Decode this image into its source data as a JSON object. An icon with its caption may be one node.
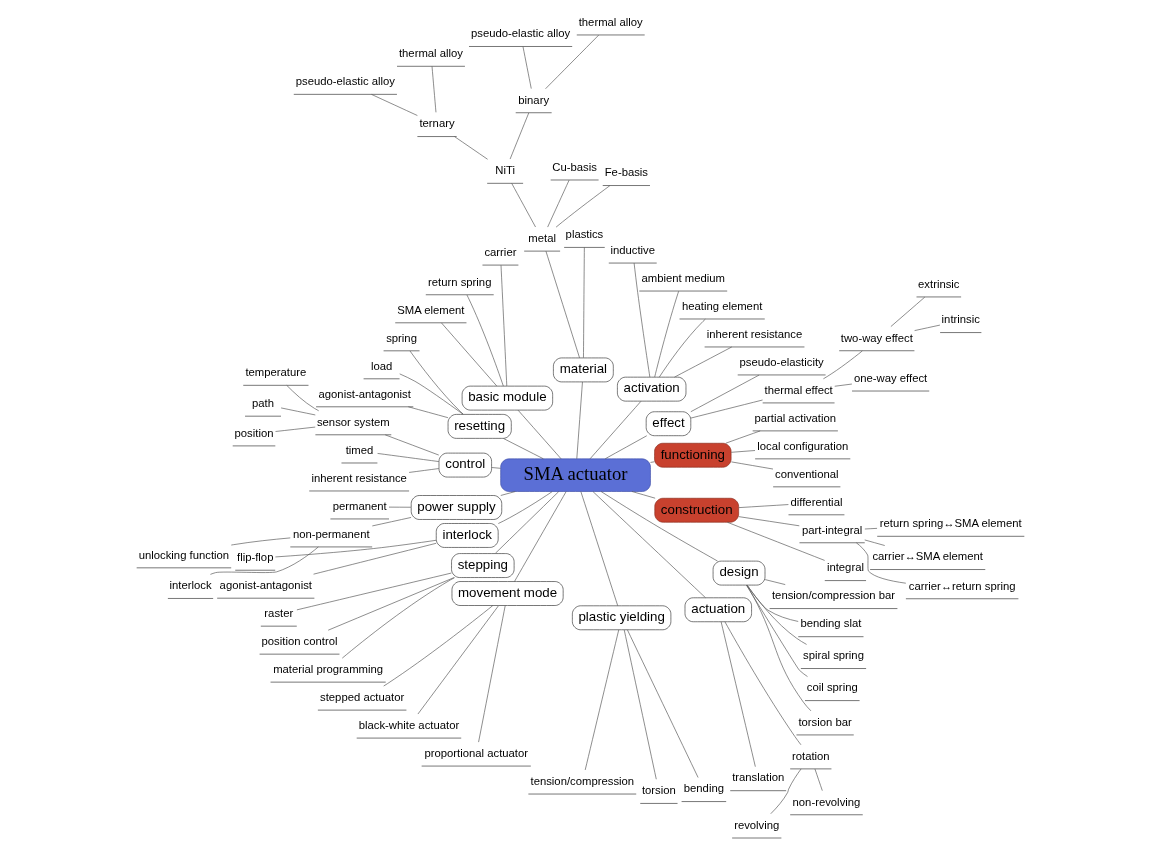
{
  "diagram": {
    "nodes": [
      {
        "text": [
          "SMA actuator"
        ]
      },
      {
        "text": [
          "functioning"
        ]
      },
      {
        "text": [
          "conventional"
        ]
      },
      {
        "text": [
          "local configuration"
        ]
      },
      {
        "text": [
          "partial activation"
        ]
      },
      {
        "text": [
          "effect"
        ]
      },
      {
        "text": [
          "thermal effect"
        ]
      },
      {
        "text": [
          "one-way effect"
        ]
      },
      {
        "text": [
          "two-way effect"
        ]
      },
      {
        "text": [
          "intrinsic"
        ]
      },
      {
        "text": [
          "extrinsic"
        ]
      },
      {
        "text": [
          "pseudo-elasticity"
        ]
      },
      {
        "text": [
          "activation"
        ]
      },
      {
        "text": [
          "inherent resistance"
        ]
      },
      {
        "text": [
          "heating element"
        ]
      },
      {
        "text": [
          "ambient medium"
        ]
      },
      {
        "text": [
          "inductive"
        ]
      },
      {
        "text": [
          "material"
        ]
      },
      {
        "text": [
          "plastics"
        ]
      },
      {
        "text": [
          "metal"
        ]
      },
      {
        "text": [
          "Fe-basis"
        ]
      },
      {
        "text": [
          "Cu-basis"
        ]
      },
      {
        "text": [
          "NiTi"
        ]
      },
      {
        "text": [
          "binary"
        ]
      },
      {
        "text": [
          "thermal alloy"
        ]
      },
      {
        "text": [
          "pseudo-elastic alloy"
        ]
      },
      {
        "text": [
          "ternary"
        ]
      },
      {
        "text": [
          "thermal alloy"
        ]
      },
      {
        "text": [
          "pseudo-elastic alloy"
        ]
      },
      {
        "text": [
          "basic module"
        ]
      },
      {
        "text": [
          "carrier"
        ]
      },
      {
        "text": [
          "return spring"
        ]
      },
      {
        "text": [
          "SMA element"
        ]
      },
      {
        "text": [
          "resetting"
        ]
      },
      {
        "text": [
          "spring"
        ]
      },
      {
        "text": [
          "load"
        ]
      },
      {
        "text": [
          "agonist-antagonist"
        ]
      },
      {
        "text": [
          "control"
        ]
      },
      {
        "text": [
          "sensor system"
        ]
      },
      {
        "text": [
          "temperature"
        ]
      },
      {
        "text": [
          "path"
        ]
      },
      {
        "text": [
          "position"
        ]
      },
      {
        "text": [
          "timed"
        ]
      },
      {
        "text": [
          "inherent resistance"
        ]
      },
      {
        "text": [
          "power supply"
        ]
      },
      {
        "text": [
          "permanent"
        ]
      },
      {
        "text": [
          "non-permanent"
        ]
      },
      {
        "text": [
          "unlocking function"
        ]
      },
      {
        "text": [
          "interlock"
        ]
      },
      {
        "text": [
          "interlock"
        ]
      },
      {
        "text": [
          "flip-flop"
        ]
      },
      {
        "text": [
          "agonist-antagonist"
        ]
      },
      {
        "text": [
          "stepping"
        ]
      },
      {
        "text": [
          "raster"
        ]
      },
      {
        "text": [
          "position control"
        ]
      },
      {
        "text": [
          "material programming"
        ]
      },
      {
        "text": [
          "movement mode"
        ]
      },
      {
        "text": [
          "stepped actuator"
        ]
      },
      {
        "text": [
          "black-white actuator"
        ]
      },
      {
        "text": [
          "proportional actuator"
        ]
      },
      {
        "text": [
          "plastic yielding"
        ]
      },
      {
        "text": [
          "tension/compression"
        ]
      },
      {
        "text": [
          "torsion"
        ]
      },
      {
        "text": [
          "bending"
        ]
      },
      {
        "text": [
          "actuation"
        ]
      },
      {
        "text": [
          "translation"
        ]
      },
      {
        "text": [
          "rotation"
        ]
      },
      {
        "text": [
          "revolving"
        ]
      },
      {
        "text": [
          "non-revolving"
        ]
      },
      {
        "text": [
          "design"
        ]
      },
      {
        "text": [
          "torsion bar"
        ]
      },
      {
        "text": [
          "coil spring"
        ]
      },
      {
        "text": [
          "spiral spring"
        ]
      },
      {
        "text": [
          "bending slat"
        ]
      },
      {
        "text": [
          "tension/compression bar"
        ]
      },
      {
        "text": [
          "construction"
        ]
      },
      {
        "text": [
          "integral"
        ]
      },
      {
        "text": [
          "part-integral"
        ]
      },
      {
        "text": [
          "carrier↔return spring"
        ]
      },
      {
        "text": [
          "carrier↔SMA element"
        ]
      },
      {
        "text": [
          "return spring↔SMA element"
        ]
      },
      {
        "text": [
          "differential"
        ]
      }
    ],
    "edges": [
      {
        "from": 0,
        "to": 1,
        "arrow": "none"
      },
      {
        "from": 1,
        "to": 2,
        "arrow": "none"
      },
      {
        "from": 1,
        "to": 3,
        "arrow": "none"
      },
      {
        "from": 1,
        "to": 4,
        "arrow": "none"
      },
      {
        "from": 0,
        "to": 5,
        "arrow": "none"
      },
      {
        "from": 5,
        "to": 6,
        "arrow": "none"
      },
      {
        "from": 6,
        "to": 7,
        "arrow": "none"
      },
      {
        "from": 6,
        "to": 8,
        "arrow": "none"
      },
      {
        "from": 8,
        "to": 9,
        "arrow": "none"
      },
      {
        "from": 8,
        "to": 10,
        "arrow": "none"
      },
      {
        "from": 5,
        "to": 11,
        "arrow": "none"
      },
      {
        "from": 0,
        "to": 12,
        "arrow": "none"
      },
      {
        "from": 12,
        "to": 13,
        "arrow": "none"
      },
      {
        "from": 12,
        "to": 14,
        "arrow": "none"
      },
      {
        "from": 12,
        "to": 15,
        "arrow": "none"
      },
      {
        "from": 12,
        "to": 16,
        "arrow": "none"
      },
      {
        "from": 0,
        "to": 17,
        "arrow": "none"
      },
      {
        "from": 17,
        "to": 18,
        "arrow": "none"
      },
      {
        "from": 17,
        "to": 19,
        "arrow": "none"
      },
      {
        "from": 19,
        "to": 20,
        "arrow": "none"
      },
      {
        "from": 19,
        "to": 21,
        "arrow": "none"
      },
      {
        "from": 19,
        "to": 22,
        "arrow": "none"
      },
      {
        "from": 22,
        "to": 23,
        "arrow": "none"
      },
      {
        "from": 23,
        "to": 24,
        "arrow": "none"
      },
      {
        "from": 23,
        "to": 25,
        "arrow": "none"
      },
      {
        "from": 22,
        "to": 26,
        "arrow": "none"
      },
      {
        "from": 26,
        "to": 27,
        "arrow": "none"
      },
      {
        "from": 26,
        "to": 28,
        "arrow": "none"
      },
      {
        "from": 0,
        "to": 29,
        "arrow": "none"
      },
      {
        "from": 29,
        "to": 30,
        "arrow": "none"
      },
      {
        "from": 29,
        "to": 31,
        "arrow": "none"
      },
      {
        "from": 29,
        "to": 32,
        "arrow": "none"
      },
      {
        "from": 0,
        "to": 33,
        "arrow": "none"
      },
      {
        "from": 33,
        "to": 34,
        "arrow": "none"
      },
      {
        "from": 33,
        "to": 35,
        "arrow": "none"
      },
      {
        "from": 33,
        "to": 36,
        "arrow": "none"
      },
      {
        "from": 0,
        "to": 37,
        "arrow": "none"
      },
      {
        "from": 37,
        "to": 38,
        "arrow": "none"
      },
      {
        "from": 38,
        "to": 39,
        "arrow": "none"
      },
      {
        "from": 38,
        "to": 40,
        "arrow": "none"
      },
      {
        "from": 38,
        "to": 41,
        "arrow": "none"
      },
      {
        "from": 37,
        "to": 42,
        "arrow": "none"
      },
      {
        "from": 37,
        "to": 43,
        "arrow": "none"
      },
      {
        "from": 0,
        "to": 44,
        "arrow": "none"
      },
      {
        "from": 44,
        "to": 45,
        "arrow": "none"
      },
      {
        "from": 44,
        "to": 46,
        "arrow": "none"
      },
      {
        "from": 46,
        "to": 47,
        "arrow": "none"
      },
      {
        "from": 46,
        "to": 48,
        "arrow": "none"
      },
      {
        "from": 0,
        "to": 49,
        "arrow": "none"
      },
      {
        "from": 49,
        "to": 50,
        "arrow": "none"
      },
      {
        "from": 49,
        "to": 51,
        "arrow": "none"
      },
      {
        "from": 0,
        "to": 52,
        "arrow": "none"
      },
      {
        "from": 52,
        "to": 53,
        "arrow": "none"
      },
      {
        "from": 52,
        "to": 54,
        "arrow": "none"
      },
      {
        "from": 52,
        "to": 55,
        "arrow": "none"
      },
      {
        "from": 0,
        "to": 56,
        "arrow": "none"
      },
      {
        "from": 56,
        "to": 57,
        "arrow": "none"
      },
      {
        "from": 56,
        "to": 58,
        "arrow": "none"
      },
      {
        "from": 56,
        "to": 59,
        "arrow": "none"
      },
      {
        "from": 0,
        "to": 60,
        "arrow": "none"
      },
      {
        "from": 60,
        "to": 61,
        "arrow": "none"
      },
      {
        "from": 60,
        "to": 62,
        "arrow": "none"
      },
      {
        "from": 60,
        "to": 63,
        "arrow": "none"
      },
      {
        "from": 0,
        "to": 64,
        "arrow": "none"
      },
      {
        "from": 64,
        "to": 65,
        "arrow": "none"
      },
      {
        "from": 64,
        "to": 66,
        "arrow": "none"
      },
      {
        "from": 66,
        "to": 67,
        "arrow": "none"
      },
      {
        "from": 66,
        "to": 68,
        "arrow": "none"
      },
      {
        "from": 0,
        "to": 69,
        "arrow": "none"
      },
      {
        "from": 69,
        "to": 70,
        "arrow": "none"
      },
      {
        "from": 69,
        "to": 71,
        "arrow": "none"
      },
      {
        "from": 69,
        "to": 72,
        "arrow": "none"
      },
      {
        "from": 69,
        "to": 73,
        "arrow": "none"
      },
      {
        "from": 69,
        "to": 74,
        "arrow": "none"
      },
      {
        "from": 0,
        "to": 75,
        "arrow": "none"
      },
      {
        "from": 75,
        "to": 76,
        "arrow": "none"
      },
      {
        "from": 75,
        "to": 77,
        "arrow": "none"
      },
      {
        "from": 77,
        "to": 78,
        "arrow": "none"
      },
      {
        "from": 77,
        "to": 79,
        "arrow": "none"
      },
      {
        "from": 77,
        "to": 80,
        "arrow": "none"
      },
      {
        "from": 75,
        "to": 81,
        "arrow": "none"
      }
    ]
  }
}
